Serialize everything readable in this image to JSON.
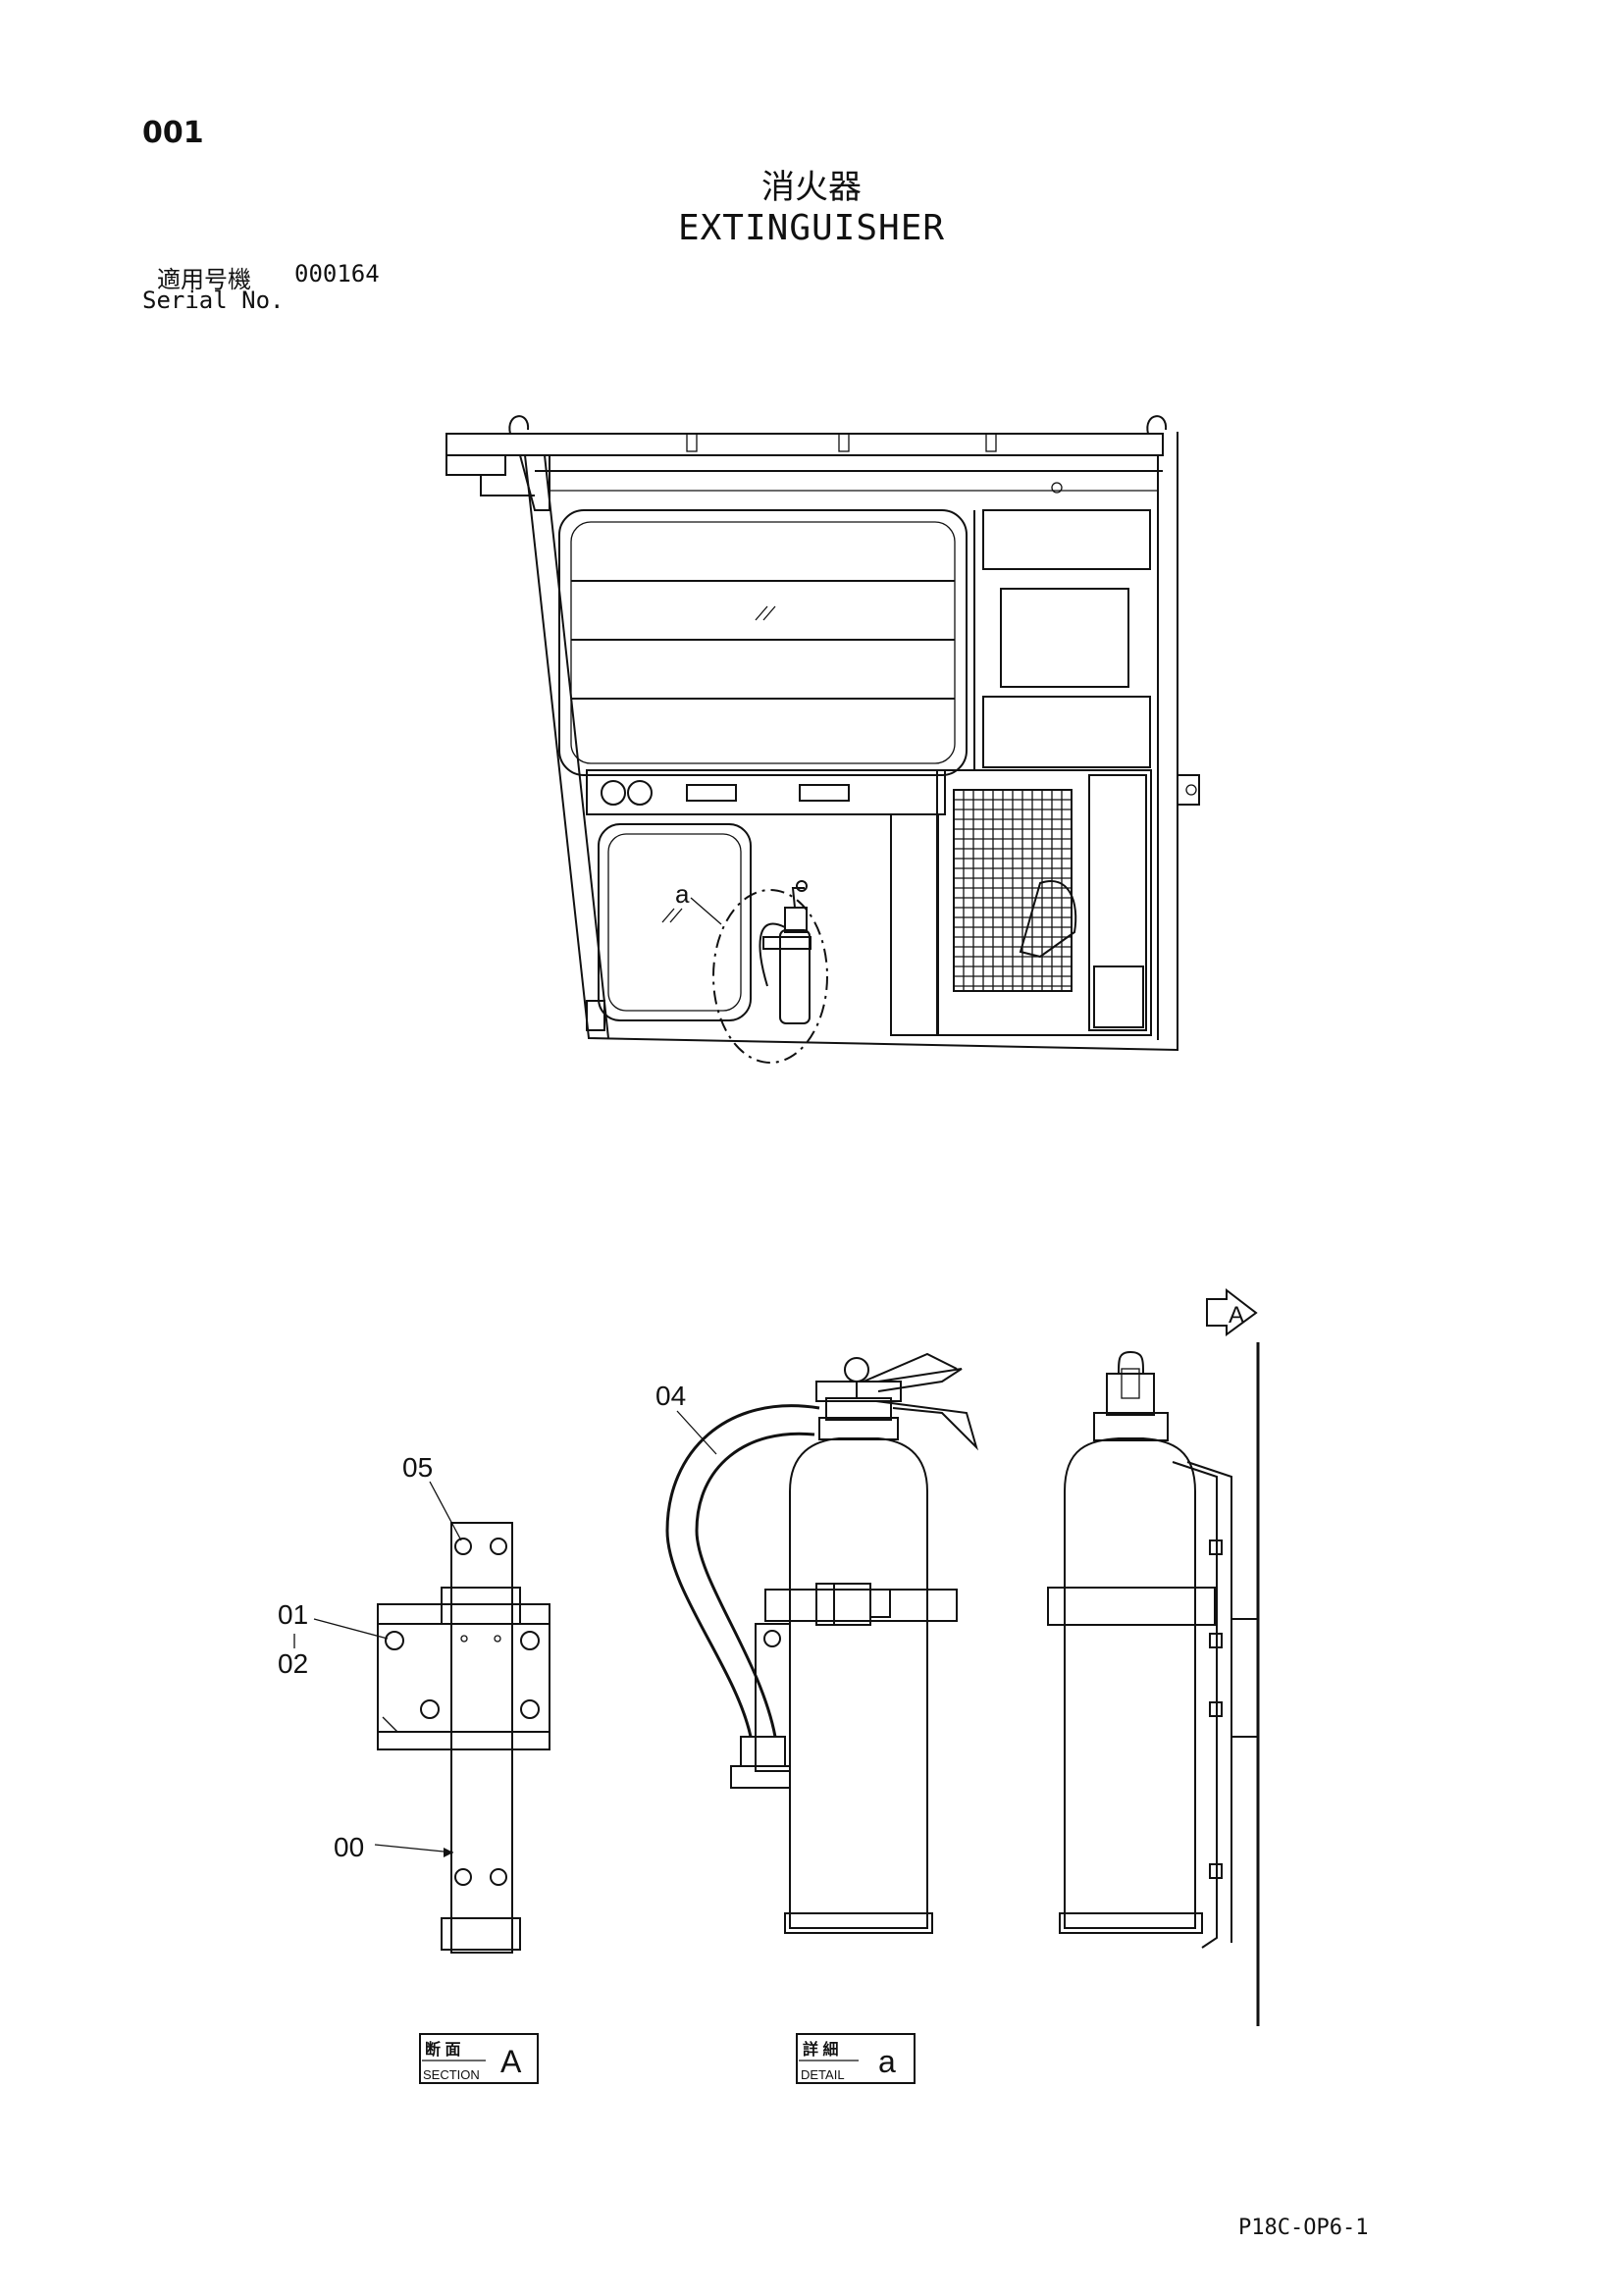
{
  "header": {
    "page_number": "001",
    "title_jp": "消火器",
    "title_en": "EXTINGUISHER",
    "serial_label_jp": "適用号機",
    "serial_value": "000164",
    "serial_label_en": "Serial No."
  },
  "overview": {
    "detail_callout": "a"
  },
  "section_view": {
    "view_arrow_label": "A",
    "part_labels": [
      "05",
      "01",
      "02",
      "00"
    ],
    "caption_jp": "断 面",
    "caption_en": "SECTION",
    "caption_letter": "A"
  },
  "detail_view": {
    "part_labels": [
      "04"
    ],
    "caption_jp": "詳 細",
    "caption_en": "DETAIL",
    "caption_letter": "a"
  },
  "footer": {
    "drawing_number": "P18C-OP6-1"
  }
}
